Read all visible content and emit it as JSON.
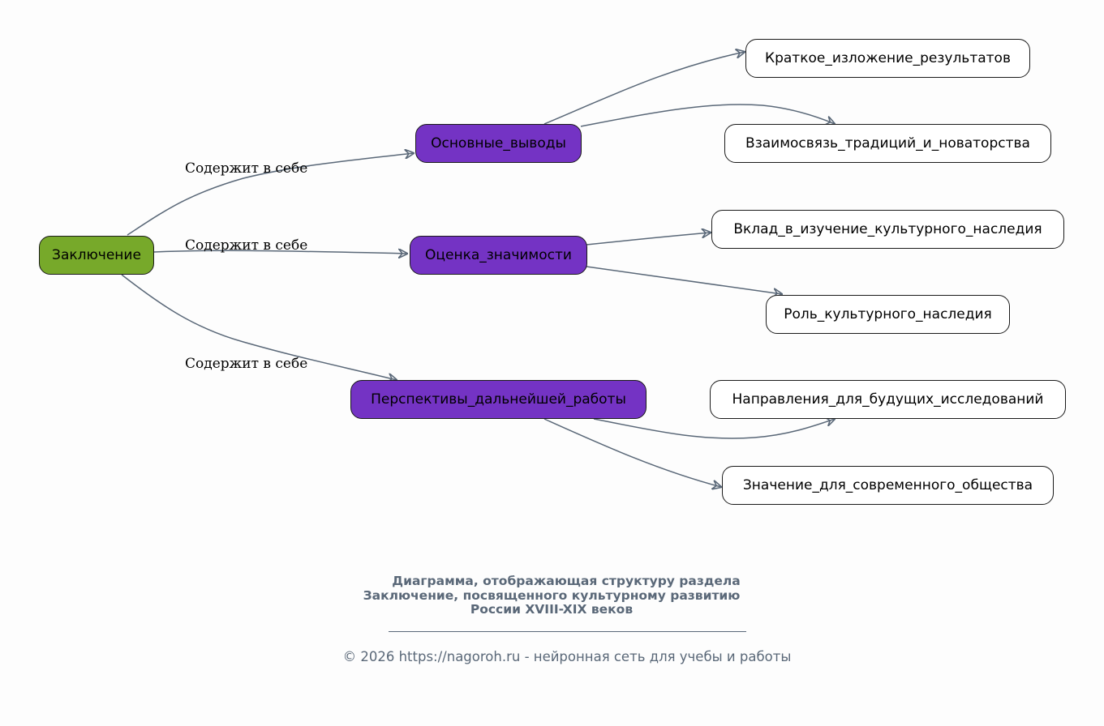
{
  "diagram": {
    "colors": {
      "root_fill": "#77a92a",
      "mid_fill": "#7433c4",
      "leaf_fill": "#ffffff",
      "edge": "#5a6878",
      "caption": "#5a6878"
    },
    "root": {
      "label": "Заключение"
    },
    "branches": [
      {
        "label": "Основные_выводы",
        "edge_label": "Содержит в себе",
        "children": [
          "Краткое_изложение_результатов",
          "Взаимосвязь_традиций_и_новаторства"
        ]
      },
      {
        "label": "Оценка_значимости",
        "edge_label": "Содержит в себе",
        "children": [
          "Вклад_в_изучение_культурного_наследия",
          "Роль_культурного_наследия"
        ]
      },
      {
        "label": "Перспективы_дальнейшей_работы",
        "edge_label": "Содержит в себе",
        "children": [
          "Направления_для_будущих_исследований",
          "Значение_для_современного_общества"
        ]
      }
    ]
  },
  "caption": {
    "lines": [
      "Диаграмма, отображающая структуру раздела",
      "Заключение, посвященного культурному развитию",
      "России XVIII-XIX веков"
    ],
    "footer": "© 2026 https://nagoroh.ru - нейронная сеть для учебы и работы"
  }
}
